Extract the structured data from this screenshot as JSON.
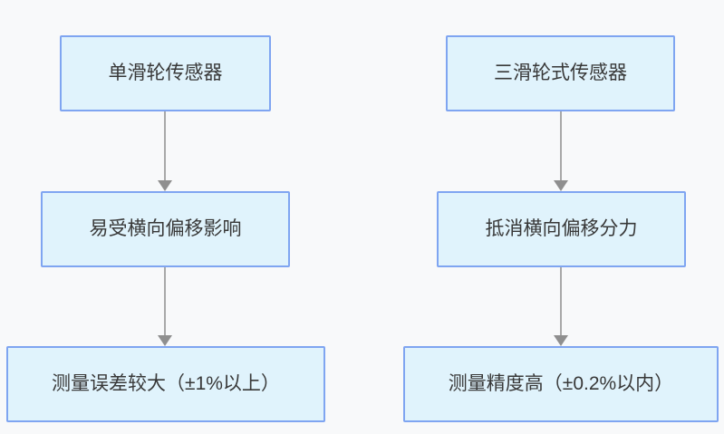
{
  "diagram": {
    "type": "flowchart-comparison",
    "colors": {
      "background": "#f8f9fa",
      "node_fill": "#e0f3fc",
      "node_border": "#7fa5f1",
      "arrow_shaft": "#a8a8a8",
      "arrow_head": "#8f8f8f",
      "text": "#383838"
    },
    "columns": [
      {
        "id": "single-pulley",
        "nodes": [
          {
            "label": "单滑轮传感器"
          },
          {
            "label": "易受横向偏移影响"
          },
          {
            "label": "测量误差较大（±1%以上）"
          }
        ]
      },
      {
        "id": "three-pulley",
        "nodes": [
          {
            "label": "三滑轮式传感器"
          },
          {
            "label": "抵消横向偏移分力"
          },
          {
            "label": "测量精度高（±0.2%以内）"
          }
        ]
      }
    ]
  }
}
